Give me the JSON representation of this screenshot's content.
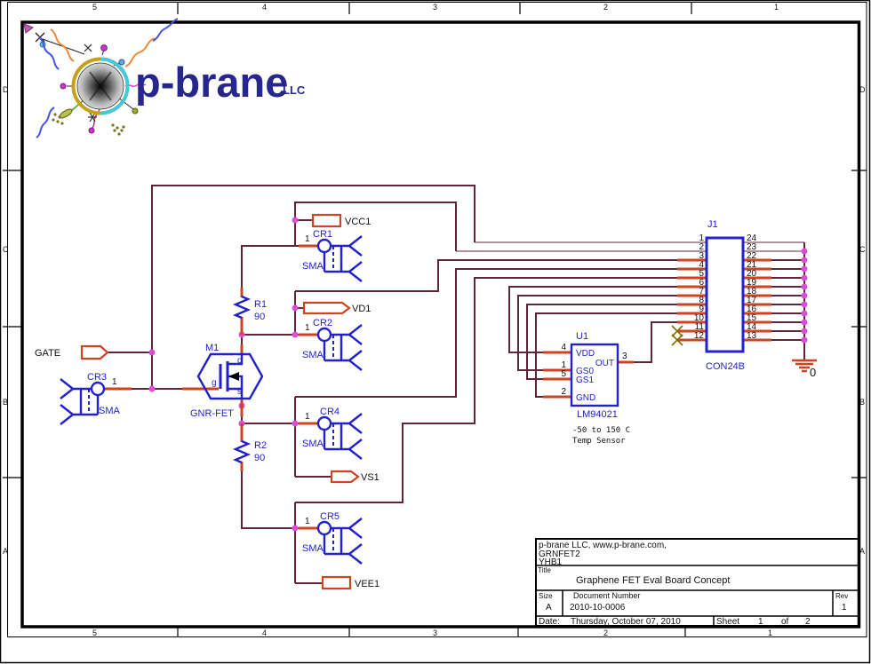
{
  "page": {
    "zones": {
      "top": [
        "5",
        "4",
        "3",
        "2",
        "1"
      ],
      "bottom": [
        "5",
        "4",
        "3",
        "2",
        "1"
      ],
      "left": [
        "D",
        "C",
        "B",
        "A"
      ],
      "right": [
        "D",
        "C",
        "B",
        "A"
      ]
    }
  },
  "logo": {
    "text": "p-brane",
    "suffix": "LLC"
  },
  "colors": {
    "wire": "#5e2538",
    "pin_stub": "#cc4422",
    "symbol_blue": "#2222cc",
    "junction": "#d94fd9",
    "logo_text": "#26268c"
  },
  "labels": {
    "gate": "GATE",
    "vcc1": "VCC1",
    "vd1": "VD1",
    "vs1": "VS1",
    "vee1": "VEE1",
    "gnd_zero": "0"
  },
  "r1": {
    "ref": "R1",
    "value": "90"
  },
  "r2": {
    "ref": "R2",
    "value": "90"
  },
  "m1": {
    "ref": "M1",
    "value": "GNR-FET",
    "pin_d": "d",
    "pin_g": "g",
    "pin_s": "s"
  },
  "cr1": {
    "ref": "CR1",
    "value": "SMA",
    "pin": "1"
  },
  "cr2": {
    "ref": "CR2",
    "value": "SMA",
    "pin": "1"
  },
  "cr3": {
    "ref": "CR3",
    "value": "SMA",
    "pin": "1"
  },
  "cr4": {
    "ref": "CR4",
    "value": "SMA",
    "pin": "1"
  },
  "cr5": {
    "ref": "CR5",
    "value": "SMA",
    "pin": "1"
  },
  "u1": {
    "ref": "U1",
    "part": "LM94021",
    "note1": "-50 to 150 C",
    "note2": "Temp Sensor",
    "pin_nums": [
      "4",
      "1",
      "5",
      "2"
    ],
    "pin_names": [
      "VDD",
      "GS0",
      "GS1",
      "GND"
    ],
    "out_num": "3",
    "out_name": "OUT"
  },
  "j1": {
    "ref": "J1",
    "part": "CON24B",
    "left": [
      "1",
      "2",
      "3",
      "4",
      "5",
      "6",
      "7",
      "8",
      "9",
      "10",
      "11",
      "12"
    ],
    "right": [
      "24",
      "23",
      "22",
      "21",
      "20",
      "19",
      "18",
      "17",
      "16",
      "15",
      "14",
      "13"
    ]
  },
  "titleblock": {
    "company_lines": [
      "p-brane LLC, www.p-brane.com,",
      "GRNFET2",
      "YHB1"
    ],
    "title_label": "Title",
    "title": "Graphene FET Eval Board Concept",
    "size_label": "Size",
    "size": "A",
    "doc_label": "Document Number",
    "doc": "2010-10-0006",
    "rev_label": "Rev",
    "rev": "1",
    "date_label": "Date:",
    "date": "Thursday, October 07, 2010",
    "sheet_label": "Sheet",
    "sheet": "1",
    "of_label": "of",
    "total": "2"
  }
}
